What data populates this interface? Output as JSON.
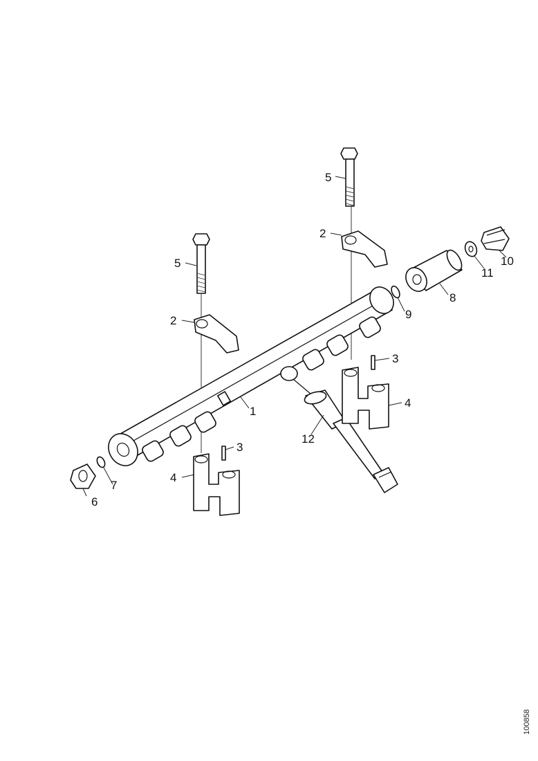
{
  "callouts": {
    "c1": "1",
    "c2a": "2",
    "c2b": "2",
    "c3a": "3",
    "c3b": "3",
    "c4a": "4",
    "c4b": "4",
    "c5a": "5",
    "c5b": "5",
    "c6": "6",
    "c7": "7",
    "c8": "8",
    "c9": "9",
    "c10": "10",
    "c11": "11",
    "c12": "12"
  },
  "document_id": "100858"
}
